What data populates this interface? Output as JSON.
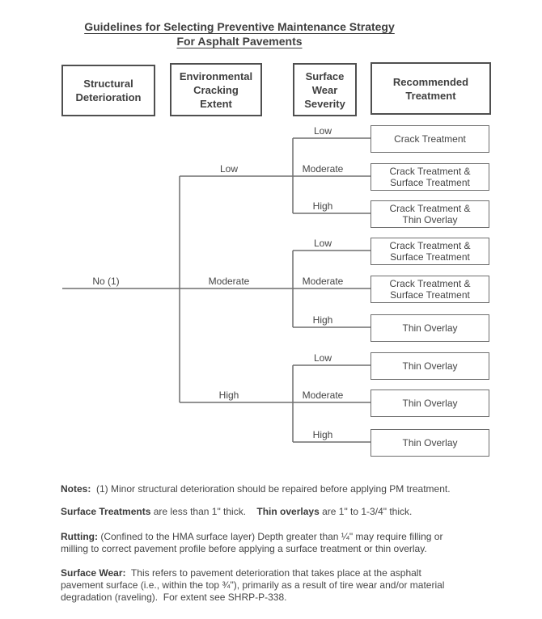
{
  "title": {
    "line1": "Guidelines for Selecting Preventive Maintenance Strategy",
    "line2": "For Asphalt Pavements"
  },
  "headers": [
    {
      "lines": [
        "Structural",
        "Deterioration"
      ]
    },
    {
      "lines": [
        "Environmental",
        "Cracking",
        "Extent"
      ]
    },
    {
      "lines": [
        "Surface",
        "Wear",
        "Severity"
      ]
    },
    {
      "lines": [
        "Recommended",
        "Treatment"
      ]
    }
  ],
  "tree": {
    "root": {
      "label": "No (1)"
    },
    "level1": [
      {
        "label": "Low",
        "children": [
          {
            "label": "Low",
            "treatment": [
              "Crack Treatment"
            ]
          },
          {
            "label": "Moderate",
            "treatment": [
              "Crack Treatment &",
              "Surface Treatment"
            ]
          },
          {
            "label": "High",
            "treatment": [
              "Crack Treatment &",
              "Thin Overlay"
            ]
          }
        ]
      },
      {
        "label": "Moderate",
        "children": [
          {
            "label": "Low",
            "treatment": [
              "Crack Treatment &",
              "Surface Treatment"
            ]
          },
          {
            "label": "Moderate",
            "treatment": [
              "Crack Treatment &",
              "Surface Treatment"
            ]
          },
          {
            "label": "High",
            "treatment": [
              "Thin Overlay"
            ]
          }
        ]
      },
      {
        "label": "High",
        "children": [
          {
            "label": "Low",
            "treatment": [
              "Thin Overlay"
            ]
          },
          {
            "label": "Moderate",
            "treatment": [
              "Thin Overlay"
            ]
          },
          {
            "label": "High",
            "treatment": [
              "Thin Overlay"
            ]
          }
        ]
      }
    ]
  },
  "notes": [
    {
      "lines": [
        [
          {
            "bold": true,
            "text": "Notes:"
          },
          {
            "bold": false,
            "text": "  (1) Minor structural deterioration should be repaired before applying PM treatment."
          }
        ]
      ]
    },
    {
      "lines": [
        [
          {
            "bold": true,
            "text": "Surface Treatments"
          },
          {
            "bold": false,
            "text": " are less than 1\" thick.    "
          },
          {
            "bold": true,
            "text": "Thin overlays"
          },
          {
            "bold": false,
            "text": " are 1\" to 1-3/4\" thick."
          }
        ]
      ]
    },
    {
      "lines": [
        [
          {
            "bold": true,
            "text": "Rutting:"
          },
          {
            "bold": false,
            "text": " (Confined to the HMA surface layer) Depth greater than ¼\" may require filling or"
          }
        ],
        [
          {
            "bold": false,
            "text": "milling to correct pavement profile before applying a surface treatment or thin overlay."
          }
        ]
      ]
    },
    {
      "lines": [
        [
          {
            "bold": true,
            "text": "Surface Wear:"
          },
          {
            "bold": false,
            "text": "  This refers to pavement deterioration that takes place at the asphalt"
          }
        ],
        [
          {
            "bold": false,
            "text": "pavement surface (i.e., within the top ¾\"), primarily as a result of tire wear and/or material"
          }
        ],
        [
          {
            "bold": false,
            "text": "degradation (raveling).  For extent see SHRP-P-338."
          }
        ]
      ]
    },
    {}
  ],
  "colors": {
    "ink": "#3b3b3b",
    "line": "#6e6e6e",
    "background": "#ffffff"
  }
}
